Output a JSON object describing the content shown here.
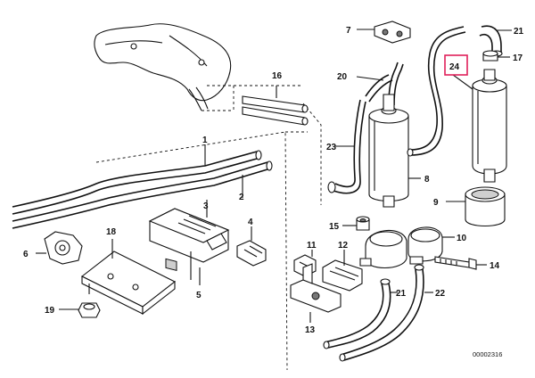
{
  "diagram": {
    "callouts": {
      "c1": "1",
      "c2": "2",
      "c3": "3",
      "c4": "4",
      "c5": "5",
      "c6": "6",
      "c7": "7",
      "c8": "8",
      "c9": "9",
      "c10": "10",
      "c11": "11",
      "c12": "12",
      "c13": "13",
      "c14": "14",
      "c15": "15",
      "c16": "16",
      "c17": "17",
      "c18": "18",
      "c19": "19",
      "c20": "20",
      "c21a": "21",
      "c21b": "21",
      "c22": "22",
      "c23": "23",
      "c24": "24"
    },
    "highlighted_callout": "24",
    "highlight_color": "#e0205a",
    "reference_number": "00002316"
  }
}
